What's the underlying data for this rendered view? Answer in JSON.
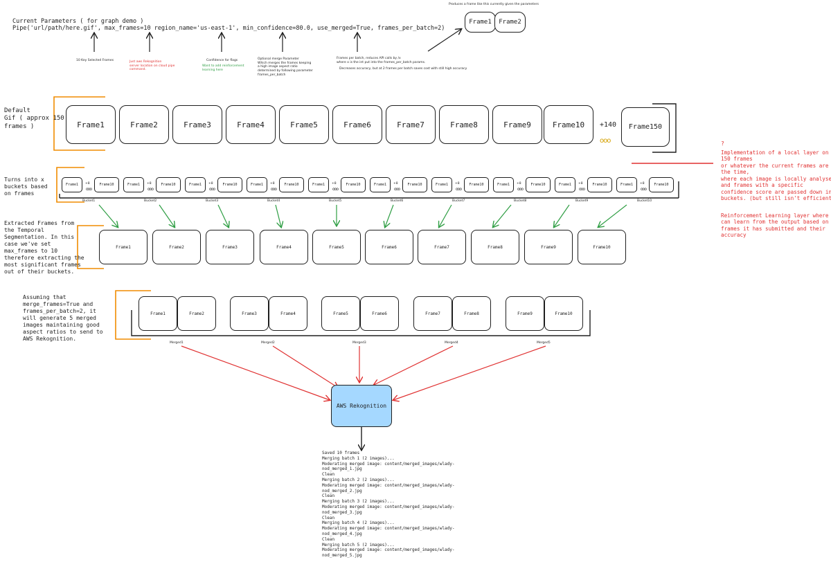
{
  "header": {
    "title": "Current Parameters ( for graph demo )",
    "code": "Pipe('url/path/here.gif', max_frames=10 region_name='us-east-1', min_confidence=80.0, use_merged=True, frames_per_batch=2)"
  },
  "annotations": {
    "max_frames": "10 Key Selected Frames",
    "region": "Just aws Rekognition\nserver location on cloud pipe\ncommand.",
    "confidence": "Confidence for flags",
    "confidence_note": "Want to add reinforcement\nlearning here",
    "merge": "Optional merge Parameter\nWhich merges the frames keeping\na high image aspect ratio\ndetermined by following parameter\nframes_per_batch",
    "batch": "Frames per batch, reduces API calls by /x\nwhere x is the int put into the frames_per_batch params.",
    "batch_note": "Decreases accuracy, but at 2 frames per batch saves cost with still high accuracy",
    "produces": "Produces a frame like this currently given the parameters"
  },
  "example_frames": [
    "Frame1",
    "Frame2"
  ],
  "sections": {
    "default_gif": "Default\nGif ( approx 150\nframes )",
    "buckets": "Turns into x\nbuckets based\non frames",
    "extracted": "Extracted Frames from\nthe Temporal\nSegmentation. In this\ncase we've set\nmax_frames to 10\ntherefore extracting the\nmost significant frames\nout of their buckets.",
    "merged": "Assuming that\nmerge_frames=True and\nframes_per_batch=2, it\nwill generate 5 merged\nimages maintaining good\naspect ratios to send to\nAWS Rekognition."
  },
  "gif_frames": [
    "Frame1",
    "Frame2",
    "Frame3",
    "Frame4",
    "Frame5",
    "Frame6",
    "Frame7",
    "Frame8",
    "Frame9",
    "Frame10"
  ],
  "gif_more": "+140",
  "gif_last": "Frame150",
  "buckets": [
    {
      "label": "Bucket1",
      "first": "Frame1",
      "plus": "+8",
      "last": "Frame10"
    },
    {
      "label": "Bucket2",
      "first": "Frame1",
      "plus": "+8",
      "last": "Frame10"
    },
    {
      "label": "Bucket3",
      "first": "Frame1",
      "plus": "+8",
      "last": "Frame10"
    },
    {
      "label": "Bucket4",
      "first": "Frame1",
      "plus": "+8",
      "last": "Frame10"
    },
    {
      "label": "Bucket5",
      "first": "Frame1",
      "plus": "+8",
      "last": "Frame10"
    },
    {
      "label": "Bucket6",
      "first": "Frame1",
      "plus": "+8",
      "last": "Frame10"
    },
    {
      "label": "Bucket7",
      "first": "Frame1",
      "plus": "+8",
      "last": "Frame10"
    },
    {
      "label": "Bucket8",
      "first": "Frame1",
      "plus": "+8",
      "last": "Frame10"
    },
    {
      "label": "Bucket9",
      "first": "Frame1",
      "plus": "+8",
      "last": "Frame10"
    },
    {
      "label": "Bucket10",
      "first": "Frame1",
      "plus": "+8",
      "last": "Frame10"
    }
  ],
  "extracted_frames": [
    "Frame1",
    "Frame2",
    "Frame3",
    "Frame4",
    "Frame5",
    "Frame6",
    "Frame7",
    "Frame8",
    "Frame9",
    "Frame10"
  ],
  "merged_groups": [
    {
      "label": "Merged1",
      "frames": [
        "Frame1",
        "Frame2"
      ]
    },
    {
      "label": "Merged2",
      "frames": [
        "Frame3",
        "Frame4"
      ]
    },
    {
      "label": "Merged3",
      "frames": [
        "Frame5",
        "Frame6"
      ]
    },
    {
      "label": "Merged4",
      "frames": [
        "Frame7",
        "Frame8"
      ]
    },
    {
      "label": "Merged5",
      "frames": [
        "Frame9",
        "Frame10"
      ]
    }
  ],
  "rekognition": {
    "label": "AWS Rekognition",
    "fill": "#a5d8ff"
  },
  "log_lines": [
    "Saved 10 frames",
    "Merging batch 1 (2 images)...",
    "Moderating merged image: content/merged_images/wlady-",
    "nod_merged_1.jpg",
    "Clean",
    "Merging batch 2 (2 images)...",
    "Moderating merged image: content/merged_images/wlady-",
    "nod_merged_2.jpg",
    "Clean",
    "Merging batch 3 (2 images)...",
    "Moderating merged image: content/merged_images/wlady-",
    "nod_merged_3.jpg",
    "Clean",
    "Merging batch 4 (2 images)...",
    "Moderating merged image: content/merged_images/wlady-",
    "nod_merged_4.jpg",
    "Clean",
    "Merging batch 5 (2 images)...",
    "Moderating merged image: content/merged_images/wlady-",
    "nod_merged_5.jpg"
  ],
  "side_note": {
    "question": "?",
    "local_layer": "Implementation of a local layer on all\n150 frames\nor whatever the current frames are at\nthe time,\nwhere each image is locally analysed\nand frames with a specific\nconfidence score are passed down into\nbuckets. (but still isn't efficient)",
    "rl_layer": "Reinforcement Learning layer where it\ncan learn from the output based on\nframes it has submitted and their\naccuracy"
  },
  "colors": {
    "orange": "#f08c00",
    "red": "#e03131",
    "green": "#2f9e44",
    "ink": "#1e1e1e"
  }
}
